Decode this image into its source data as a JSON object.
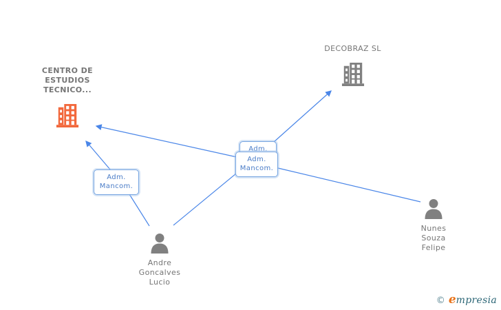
{
  "diagram": {
    "nodes": {
      "centro": {
        "type": "company",
        "label_lines": [
          "CENTRO DE",
          "ESTUDIOS",
          "TECNICO..."
        ],
        "icon": "building-icon",
        "highlighted": true
      },
      "decobraz": {
        "type": "company",
        "label": "DECOBRAZ SL",
        "icon": "building-icon",
        "highlighted": false
      },
      "andre": {
        "type": "person",
        "label_lines": [
          "Andre",
          "Goncalves",
          "Lucio"
        ],
        "icon": "person-icon"
      },
      "nunes": {
        "type": "person",
        "label_lines": [
          "Nunes",
          "Souza",
          "Felipe"
        ],
        "icon": "person-icon"
      }
    },
    "relations": [
      {
        "label_lines": [
          "Adm."
        ],
        "from": "Andre Goncalves Lucio",
        "to": "DECOBRAZ SL"
      },
      {
        "label_lines": [
          "Adm.",
          "Mancom."
        ],
        "from": "Nunes Souza Felipe",
        "to": "CENTRO DE ESTUDIOS TECNICO..."
      },
      {
        "label_lines": [
          "Adm.",
          "Mancom."
        ],
        "from": "Andre Goncalves Lucio",
        "to": "CENTRO DE ESTUDIOS TECNICO..."
      }
    ]
  },
  "watermark": {
    "copyright_symbol": "©",
    "brand_initial": "e",
    "brand_rest": "mpresia"
  },
  "colors": {
    "edge_blue": "#4a86e8",
    "relbox_border": "#74a3e0",
    "relbox_text": "#4a7cc7",
    "node_text": "#757575",
    "highlight_orange": "#f2683c",
    "neutral_gray": "#808080",
    "brand_orange": "#e8731a",
    "brand_teal": "#2a6575",
    "background": "#ffffff"
  }
}
